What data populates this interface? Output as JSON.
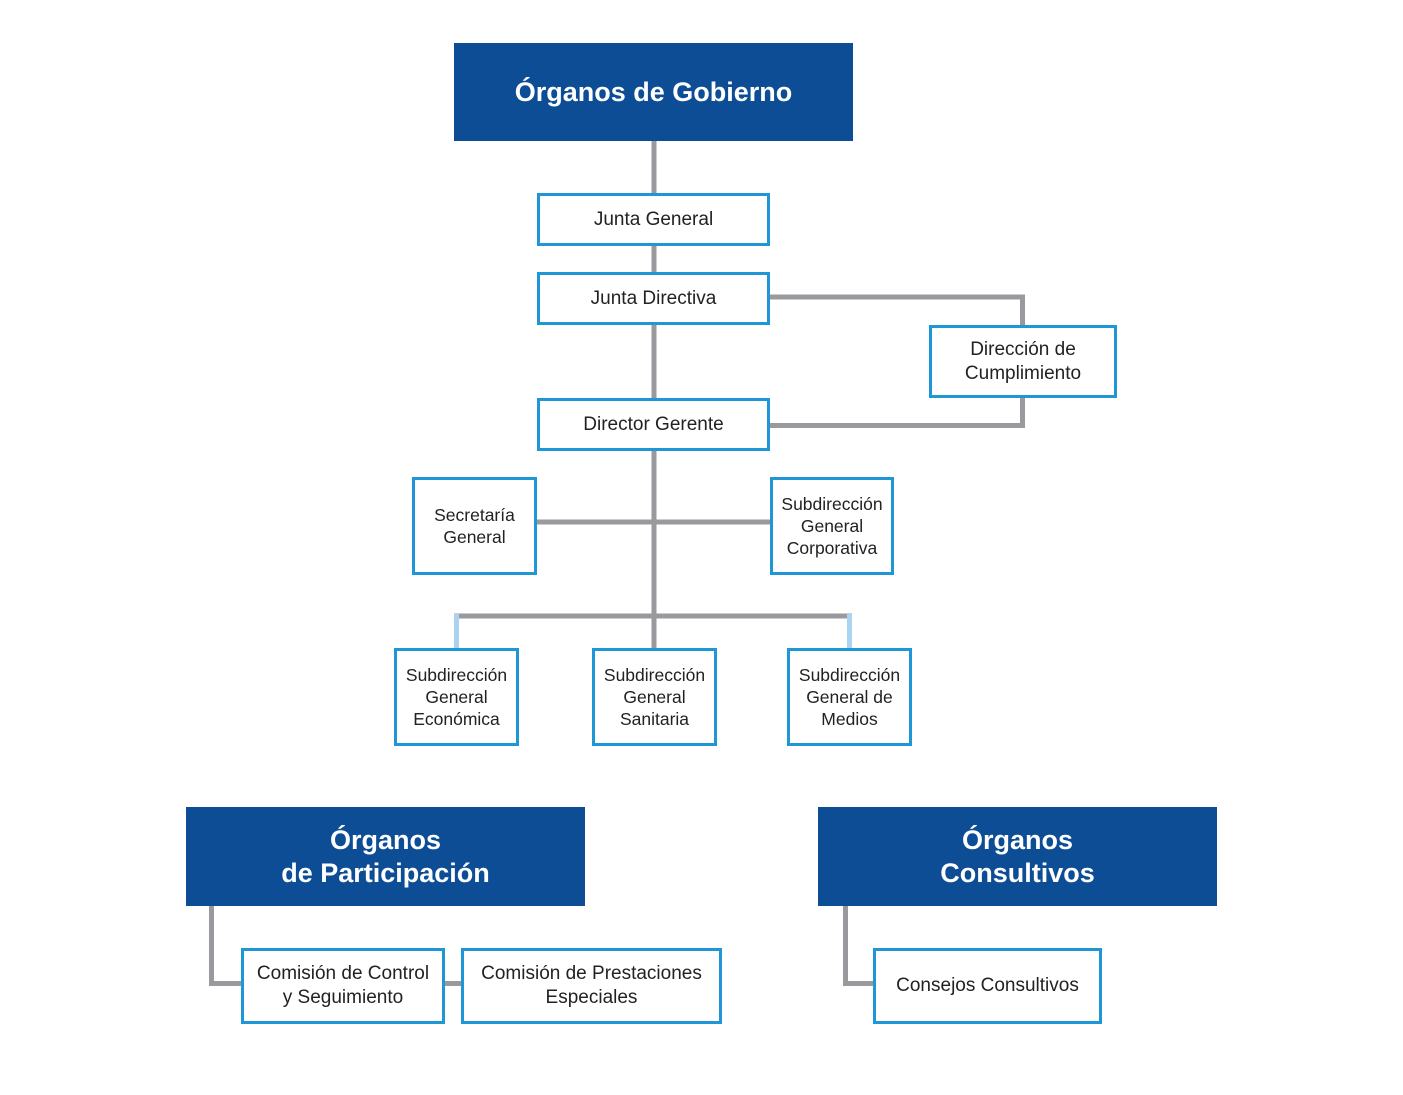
{
  "headers": {
    "gobierno": "Órganos de Gobierno",
    "participacion": "Órganos\nde Participación",
    "consultivos": "Órganos\nConsultivos"
  },
  "nodes": {
    "junta_general": "Junta General",
    "junta_directiva": "Junta Directiva",
    "direccion_cumplimiento": "Dirección de\nCumplimiento",
    "director_gerente": "Director Gerente",
    "secretaria_general": "Secretaría\nGeneral",
    "sg_corporativa": "Subdirección\nGeneral\nCorporativa",
    "sg_economica": "Subdirección\nGeneral\nEconómica",
    "sg_sanitaria": "Subdirección\nGeneral\nSanitaria",
    "sg_medios": "Subdirección\nGeneral de\nMedios",
    "comision_control": "Comisión de Control\ny Seguimiento",
    "comision_prestaciones": "Comisión de Prestaciones\nEspeciales",
    "consejos_consultivos": "Consejos Consultivos"
  },
  "colors": {
    "header_fill": "#0c4d96",
    "box_border": "#1f96d6",
    "connector": "#9a9a9e",
    "connector_light": "#a9d3f0"
  }
}
